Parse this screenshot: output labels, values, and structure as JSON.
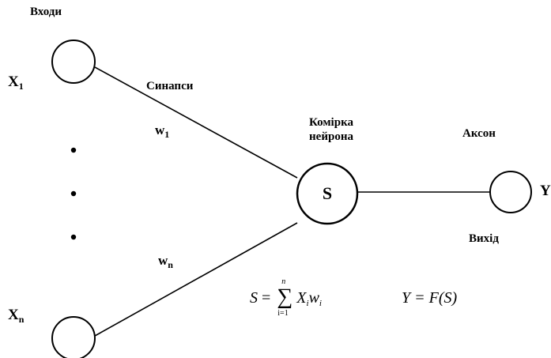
{
  "labels": {
    "inputs": "Входи",
    "synapses": "Синапси",
    "cell_line1": "Комірка",
    "cell_line2": "нейрона",
    "axon": "Аксон",
    "output": "Вихід",
    "cell_symbol": "S"
  },
  "variables": {
    "x1": {
      "base": "X",
      "sub": "1"
    },
    "xn": {
      "base": "X",
      "sub": "n"
    },
    "w1": {
      "base": "w",
      "sub": "1"
    },
    "wn": {
      "base": "w",
      "sub": "n"
    },
    "y": "Y"
  },
  "formulas": {
    "sum_lhs": "S",
    "equals": "=",
    "sigma": "∑",
    "sigma_upper": "n",
    "sigma_lower": "i=1",
    "term_x": "X",
    "term_x_sub": "i",
    "term_w": "w",
    "term_w_sub": "i",
    "activation": "Y = F(S)"
  },
  "colors": {
    "stroke": "#000000",
    "background": "#ffffff"
  }
}
